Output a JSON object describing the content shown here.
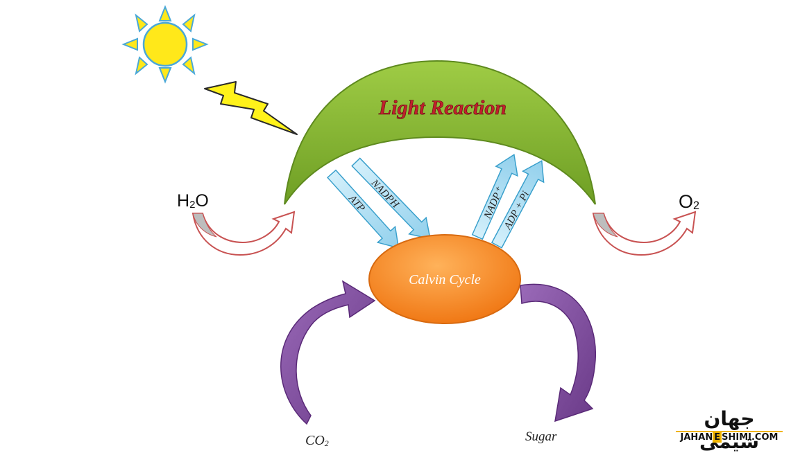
{
  "title": "Light Reaction",
  "cycle_label": "Calvin Cycle",
  "inputs": {
    "water": {
      "main": "H",
      "sub": "2",
      "tail": "O"
    },
    "co2": {
      "main": "CO",
      "sub": "2"
    }
  },
  "outputs": {
    "oxygen": {
      "main": "O",
      "sub": "2"
    },
    "sugar": "Sugar"
  },
  "to_cycle": [
    "ATP",
    "NADPH"
  ],
  "to_light": [
    "NADP⁺",
    "ADP + Pi"
  ],
  "logo": {
    "name_fa": "جهان شیمی",
    "domain_pre": "JAHAN",
    "domain_e": "E",
    "domain_post": "SHIMI.COM"
  },
  "colors": {
    "dome": "#8dbb35",
    "cycle": "#f5841e",
    "arrow_blue": "#a9dcf2",
    "arrow_purple": "#7e4a9c",
    "arrow_red": "#c85252",
    "title_red": "#c0202c",
    "sun": "#ffe81a",
    "bolt": "#fff21a"
  }
}
